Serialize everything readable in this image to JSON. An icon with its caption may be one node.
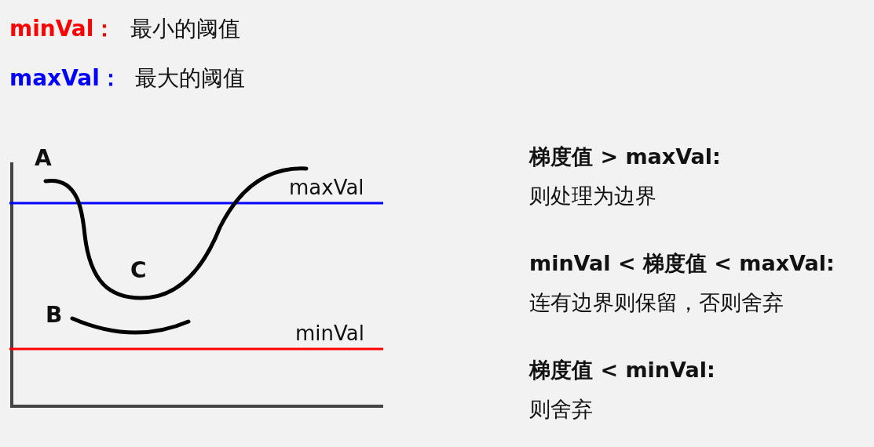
{
  "diagram": {
    "labels": [
      "minVal：",
      "最小的阈值",
      "maxVal：",
      "最大的阈值",
      "A",
      "maxVal",
      "C",
      "B",
      "minVal",
      "梯度值 > maxVal:",
      "则处理为边界",
      "minVal < 梯度值 < maxVal:",
      "连有边界则保留，否则舍弃",
      "梯度值 < minVal:",
      "则舍弃"
    ]
  }
}
